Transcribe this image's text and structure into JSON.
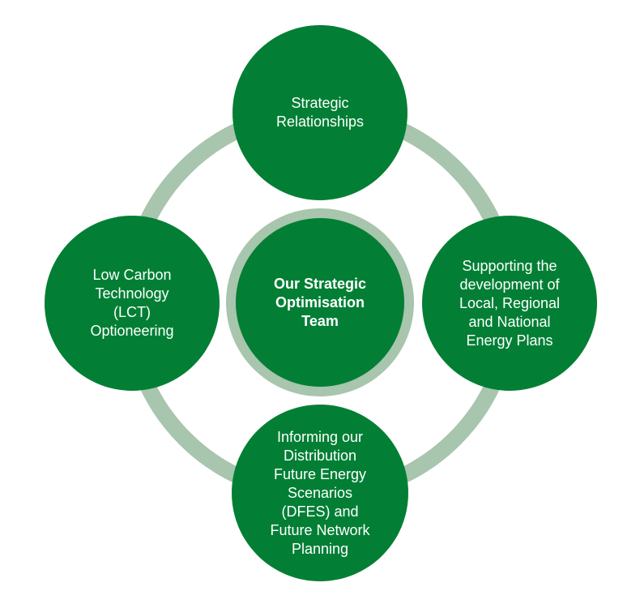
{
  "colors": {
    "node_fill": "#027f34",
    "ring": "#a8c5ae",
    "text": "#ffffff"
  },
  "center": {
    "label": "Our Strategic\nOptimisation\nTeam"
  },
  "nodes": {
    "top": {
      "label": "Strategic\nRelationships"
    },
    "right": {
      "label": "Supporting the\ndevelopment of\nLocal, Regional\nand National\nEnergy Plans"
    },
    "bottom": {
      "label": "Informing our\nDistribution\nFuture Energy\nScenarios\n(DFES) and\nFuture Network\nPlanning"
    },
    "left": {
      "label": "Low Carbon\nTechnology\n(LCT)\nOptioneering"
    }
  }
}
